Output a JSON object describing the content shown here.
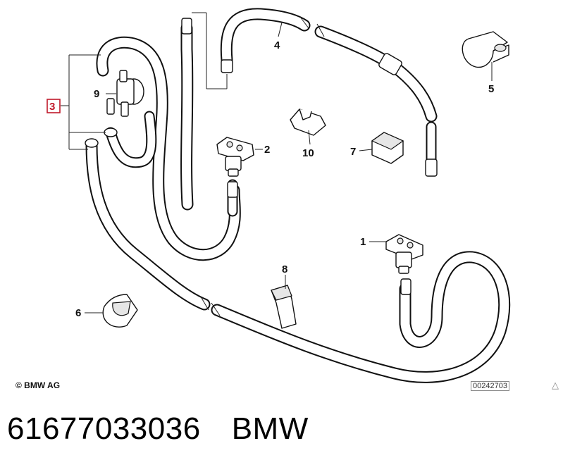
{
  "callouts": {
    "c1": "1",
    "c2": "2",
    "c3": "3",
    "c4": "4",
    "c5": "5",
    "c6": "6",
    "c7": "7",
    "c8": "8",
    "c9": "9",
    "c10": "10"
  },
  "copyright": "© BMW AG",
  "diagram_ref": "00242703",
  "warning_glyph": "△",
  "footer": {
    "part_number": "61677033036",
    "brand": "BMW"
  },
  "colors": {
    "highlight": "#c0182a"
  }
}
